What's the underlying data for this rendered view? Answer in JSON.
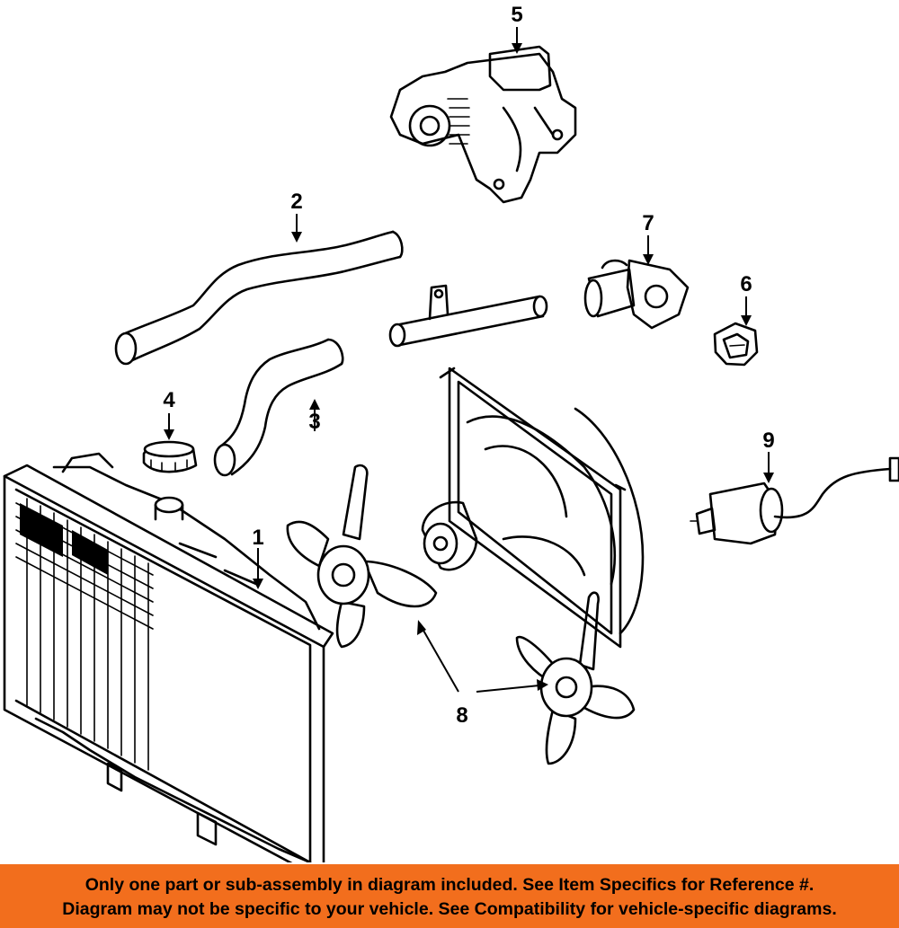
{
  "diagram": {
    "callouts": [
      "1",
      "2",
      "3",
      "4",
      "5",
      "6",
      "7",
      "8",
      "9"
    ]
  },
  "footer": {
    "line1": "Only one part or sub-assembly in diagram included. See Item Specifics for Reference #.",
    "line2": "Diagram may not be specific to your vehicle. See Compatibility for vehicle-specific diagrams."
  },
  "colors": {
    "footer_background": "#f26e1d",
    "line_art": "#000000",
    "background": "#ffffff"
  }
}
